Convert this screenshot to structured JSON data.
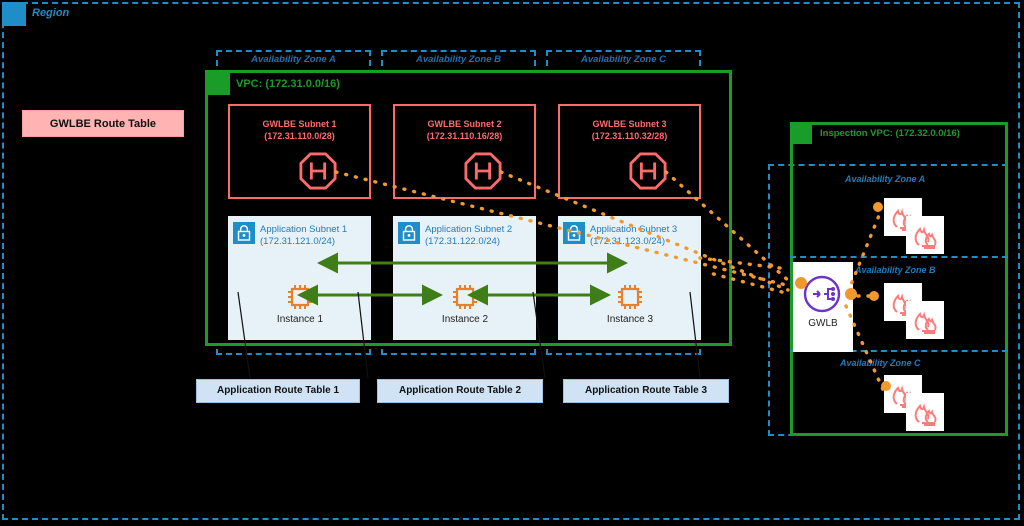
{
  "region": {
    "label": "Region"
  },
  "left_vpc": {
    "label": "VPC: (172.31.0.0/16)",
    "availability_zones": [
      {
        "label": "Availability Zone A"
      },
      {
        "label": "Availability Zone B"
      },
      {
        "label": "Availability Zone C"
      }
    ],
    "gwlbe_subnets": [
      {
        "name": "GWLBE Subnet 1",
        "cidr": "(172.31.110.0/28)",
        "icon": "vpc-endpoint-icon"
      },
      {
        "name": "GWLBE Subnet 2",
        "cidr": "(172.31.110.16/28)",
        "icon": "vpc-endpoint-icon"
      },
      {
        "name": "GWLBE Subnet 3",
        "cidr": "(172.31.110.32/28)",
        "icon": "vpc-endpoint-icon"
      }
    ],
    "app_subnets": [
      {
        "name": "Application Subnet 1",
        "cidr": "(172.31.121.0/24)",
        "icon": "lock-icon",
        "instance": "Instance 1",
        "instance_icon": "ec2-instance-icon"
      },
      {
        "name": "Application Subnet 2",
        "cidr": "(172.31.122.0/24)",
        "icon": "lock-icon",
        "instance": "Instance 2",
        "instance_icon": "ec2-instance-icon"
      },
      {
        "name": "Application Subnet 3",
        "cidr": "(172.31.123.0/24)",
        "icon": "lock-icon",
        "instance": "Instance 3",
        "instance_icon": "ec2-instance-icon"
      }
    ],
    "route_tables": [
      {
        "label": "Application Route Table 1"
      },
      {
        "label": "Application Route Table 2"
      },
      {
        "label": "Application Route Table 3"
      }
    ]
  },
  "gwlbe_route_table": {
    "label": "GWLBE Route Table"
  },
  "inspection_vpc": {
    "label": "Inspection VPC: (172.32.0.0/16)",
    "availability_zones": [
      {
        "label": "Availability Zone A"
      },
      {
        "label": "Availability Zone B"
      },
      {
        "label": "Availability Zone C"
      }
    ],
    "gwlb": {
      "label": "GWLB",
      "icon": "gateway-load-balancer-icon"
    },
    "appliances": [
      {
        "icon": "firewall-appliance-icon"
      },
      {
        "icon": "firewall-appliance-icon"
      },
      {
        "icon": "firewall-appliance-icon"
      },
      {
        "icon": "firewall-appliance-icon"
      },
      {
        "icon": "firewall-appliance-icon"
      },
      {
        "icon": "firewall-appliance-icon"
      }
    ]
  },
  "colors": {
    "background": "#000000",
    "region_blue": "#1f8ec8",
    "vpc_green": "#1a9c28",
    "subnet_red": "#ff6b6b",
    "subnet_blue_fill": "#e7f1f8",
    "route_table_blue": "#cfe3f5",
    "route_table_red": "#ffb3b3",
    "traffic_arrow_green": "#3f7d18",
    "endpoint_flow_orange": "#f2992e",
    "gwlb_purple": "#6b33c8"
  }
}
